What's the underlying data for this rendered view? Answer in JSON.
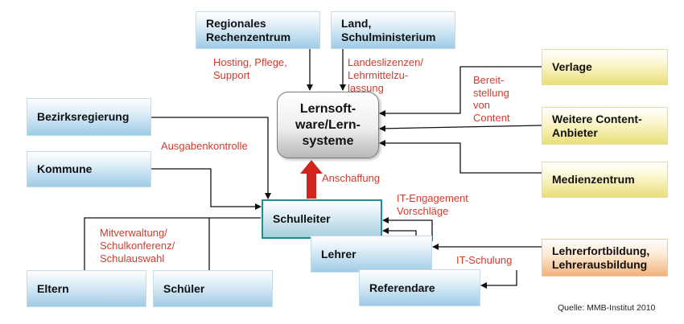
{
  "boxes": {
    "regionales_rechenzentrum": "Regionales\nRechenzentrum",
    "land_schulministerium": "Land,\nSchulministerium",
    "verlage": "Verlage",
    "weitere_content_anbieter": "Weitere Content-\nAnbieter",
    "medienzentrum": "Medienzentrum",
    "bezirksregierung": "Bezirksregierung",
    "kommune": "Kommune",
    "lernsoftware": "Lernsoft-\nware/Lern-\nsysteme",
    "schulleiter": "Schulleiter",
    "lehrer": "Lehrer",
    "lehrerfortbildung": "Lehrerfortbildung,\nLehrerausbildung",
    "eltern": "Eltern",
    "schueler": "Schüler",
    "referendare": "Referendare"
  },
  "labels": {
    "hosting": "Hosting, Pflege,\nSupport",
    "landeslizenzen": "Landeslizenzen/\nLehrmittelzu-\nlassung",
    "bereitstellung": "Bereit-\nstellung\nvon\nContent",
    "ausgabenkontrolle": "Ausgabenkontrolle",
    "anschaffung": "Anschaffung",
    "it_engagement": "IT-Engagement\nVorschläge",
    "mitverwaltung": "Mitverwaltung/\nSchulkonferenz/\nSchulauswahl",
    "it_schulung": "IT-Schulung"
  },
  "source": "Quelle: MMB-Institut 2010",
  "colors": {
    "label_red": "#d23b30",
    "arrow_red": "#d0251c",
    "line": "#111111"
  }
}
